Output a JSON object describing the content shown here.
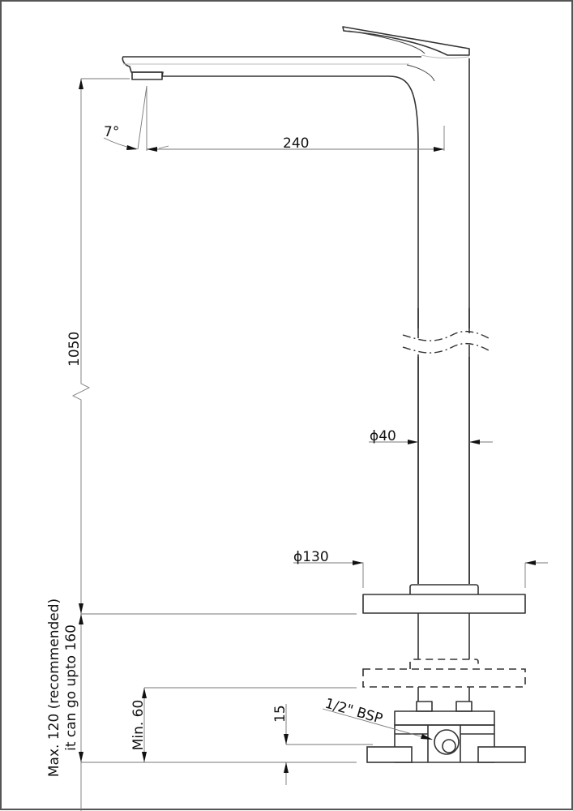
{
  "drawing": {
    "title": "Tall basin mixer - technical dimension drawing",
    "line_color": "#333333",
    "dimension_color": "#777777",
    "background": "#ffffff"
  },
  "dimensions": {
    "spout_reach": "240",
    "spout_angle": "7°",
    "spout_height": "1050",
    "body_diameter": "ϕ40",
    "base_diameter": "ϕ130",
    "counter_thickness_line1": "Max. 120 (recommended)",
    "counter_thickness_line2": "it can go upto 160",
    "min_thickness": "Min. 60",
    "valve_offset": "15",
    "thread": "1/2\" BSP"
  }
}
